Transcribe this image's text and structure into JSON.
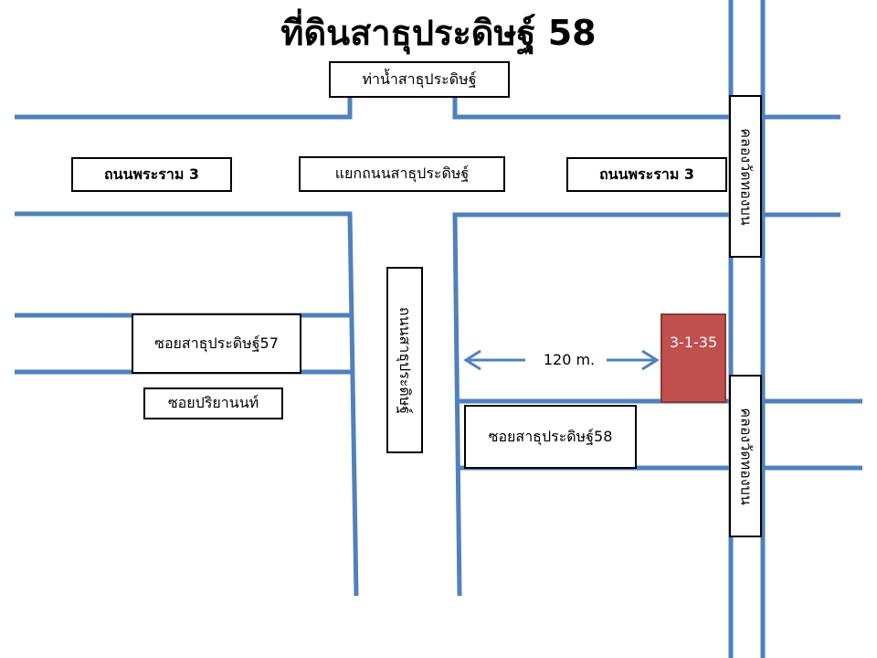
{
  "title": "ที่ดินสาธุประดิษฐ์ 58",
  "colors": {
    "road": "#4f81bd",
    "plot": "#c0504d",
    "label_border": "#000000"
  },
  "labels": {
    "pier": "ท่าน้ำสาธุประดิษฐ์",
    "rama3_left": "ถนนพระราม 3",
    "junction": "แยกถนนสาธุประดิษฐ์",
    "rama3_right": "ถนนพระราม 3",
    "canal_top": "คลองวัดทองบน",
    "canal_bottom": "คลองวัดทองบน",
    "sathu_road": "ถนนสาธุประดิษฐ์",
    "soi57": "ซอยสาธุประดิษฐ์57",
    "soi_pariyanon": "ซอยปริยานนท์",
    "soi58": "ซอยสาธุประดิษฐ์58",
    "plot_id": "3-1-35",
    "distance": "120 m."
  }
}
